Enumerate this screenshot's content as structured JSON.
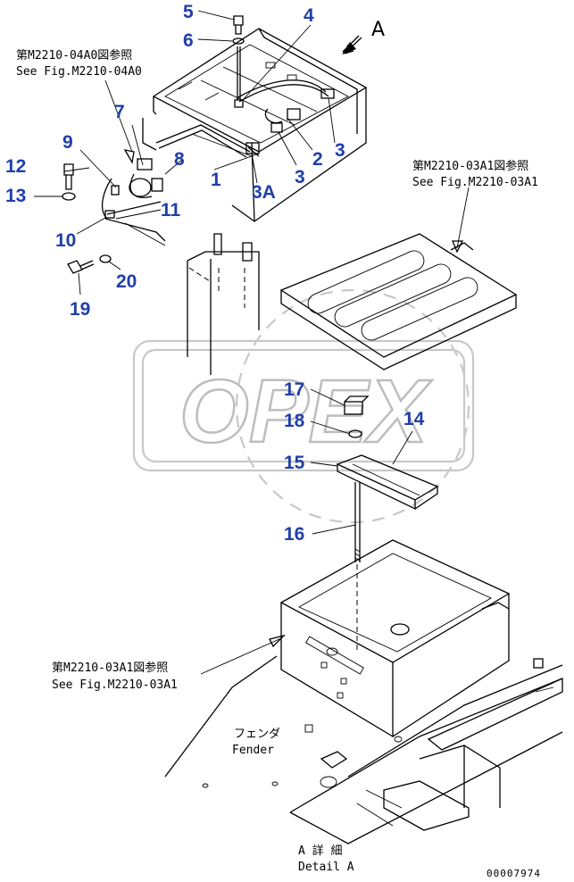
{
  "view_label": "A",
  "document_id": "00007974",
  "references": {
    "fig_04A0_jp": "第M2210-04A0図参照",
    "fig_04A0_en": "See Fig.M2210-04A0",
    "fig_03A1_top_jp": "第M2210-03A1図参照",
    "fig_03A1_top_en": "See Fig.M2210-03A1",
    "fig_03A1_left_jp": "第M2210-03A1図参照",
    "fig_03A1_left_en": "See Fig.M2210-03A1",
    "fender_jp": "フェンダ",
    "fender_en": "Fender",
    "detail_jp": "A 詳 細",
    "detail_en": "Detail A"
  },
  "callouts": {
    "c1": "1",
    "c2": "2",
    "c3a": "3",
    "c3b": "3",
    "c3A": "3A",
    "c4": "4",
    "c5": "5",
    "c6": "6",
    "c7": "7",
    "c8": "8",
    "c9": "9",
    "c10": "10",
    "c11": "11",
    "c12": "12",
    "c13": "13",
    "c14": "14",
    "c15": "15",
    "c16": "16",
    "c17": "17",
    "c18": "18",
    "c19": "19",
    "c20": "20"
  },
  "watermark": "OPEX"
}
